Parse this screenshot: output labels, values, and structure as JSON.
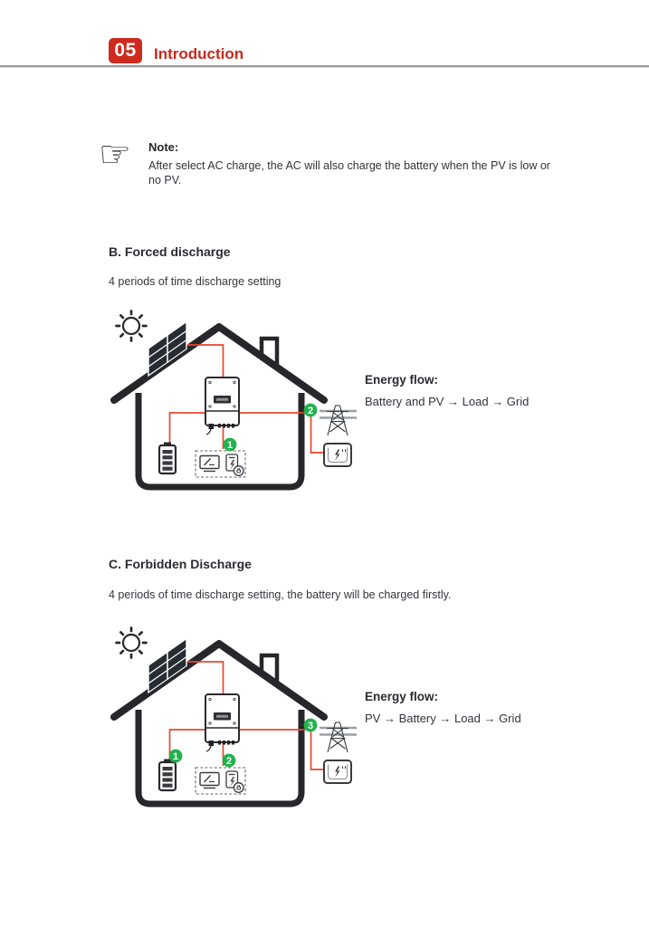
{
  "page": {
    "header": {
      "section_number": "05",
      "title": "Introduction"
    },
    "note": {
      "icon": "pointing-hand-icon",
      "label": "Note:",
      "text": "After select AC charge, the AC will also charge the battery when the PV is low or no PV."
    },
    "sections": [
      {
        "id": "B",
        "heading": "B. Forced discharge",
        "description": "4 periods of time discharge setting",
        "energy_flow_label": "Energy flow:",
        "energy_flow": "Battery and PV → Load → Grid",
        "badges": [
          "1",
          "2"
        ]
      },
      {
        "id": "C",
        "heading": "C. Forbidden Discharge",
        "description": "4 periods of time discharge setting, the battery will be charged firstly.",
        "energy_flow_label": "Energy flow:",
        "energy_flow": "PV → Battery → Load → Grid",
        "badges": [
          "1",
          "2",
          "3"
        ]
      }
    ],
    "diagram_elements": {
      "sun": "sun-icon",
      "solar_panel": "solar-panel-icon",
      "house": "house-outline",
      "inverter": "inverter-icon",
      "battery": "battery-icon",
      "load": "load-appliances",
      "tv": "tv-icon",
      "charger": "ev-charger-icon",
      "grid_tower": "grid-tower-icon",
      "grid_meter": "grid-meter-icon"
    },
    "colors": {
      "accent_red": "#ce2a1d",
      "wire_red": "#e8462d",
      "badge_green": "#22b24c",
      "diagram_stroke": "#26262b",
      "rule_gray": "#9c9c9c"
    }
  }
}
